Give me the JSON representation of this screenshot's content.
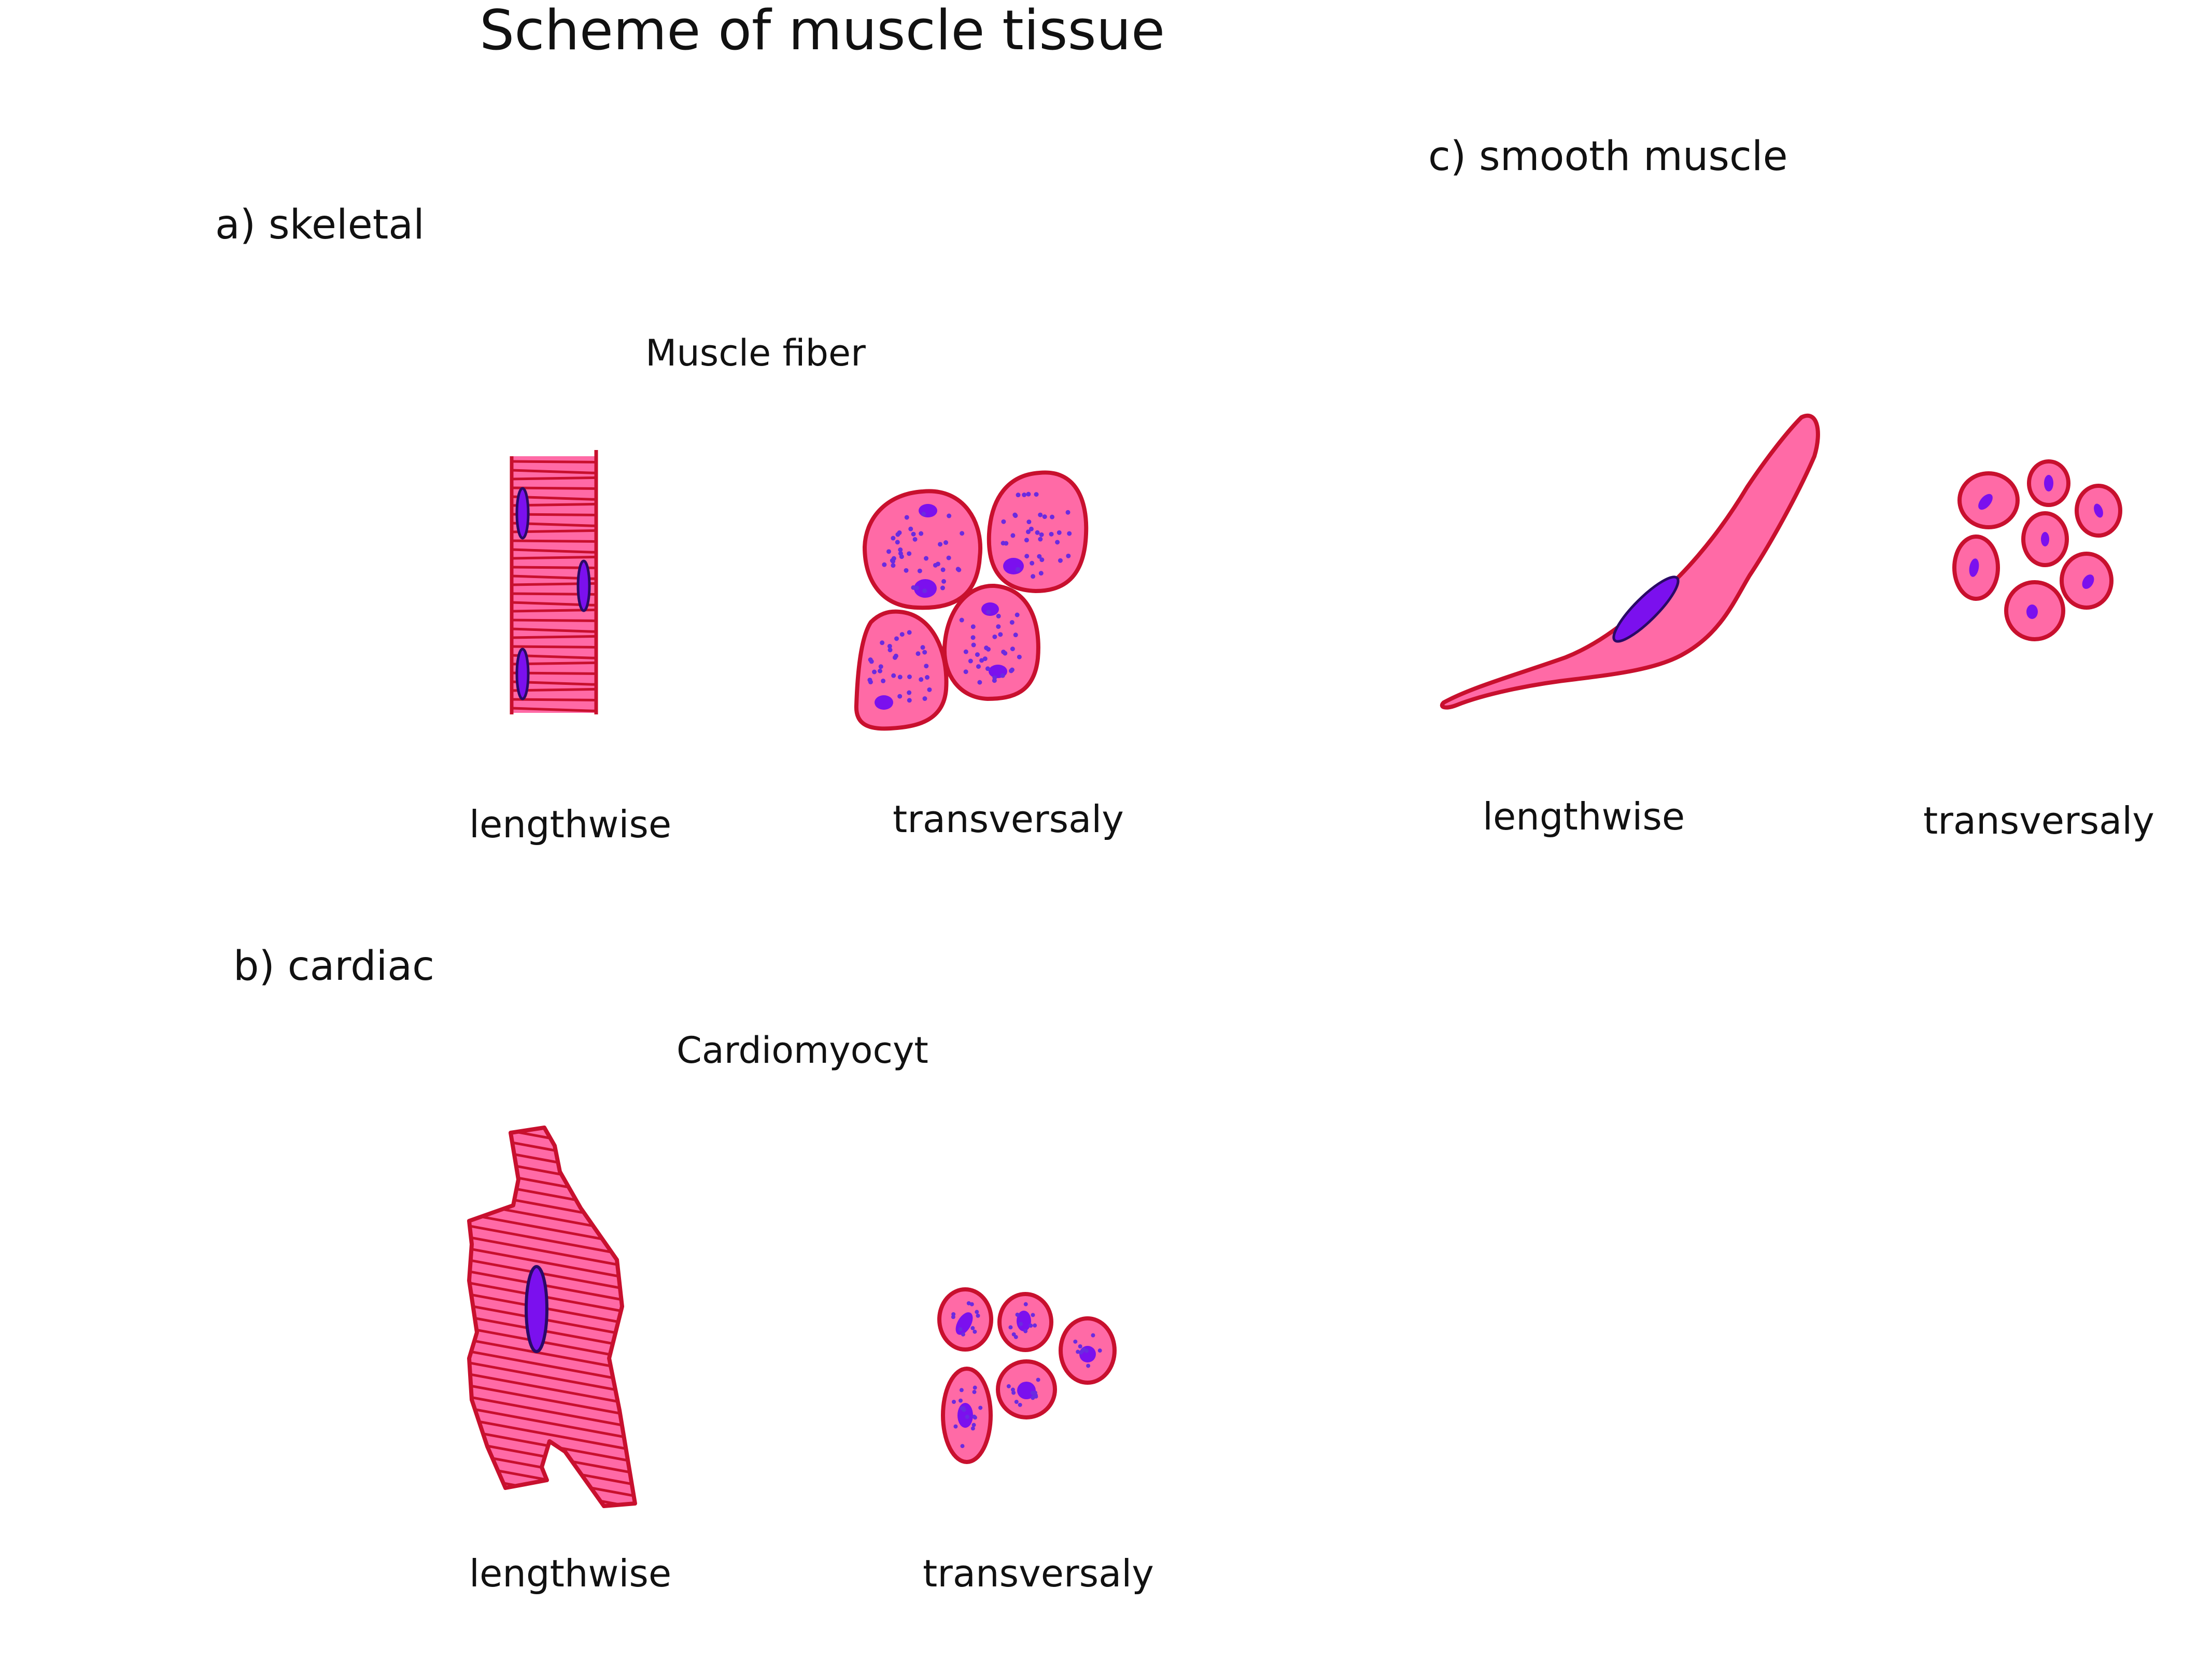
{
  "title": "Scheme of muscle tissue",
  "colors": {
    "fill": "#ff6aa6",
    "outline": "#c8102e",
    "nucleus": "#7b10ee",
    "nucleus_outline": "#2a0a66",
    "granules": "#6a2be0",
    "text": "#111111",
    "background": "#ffffff"
  },
  "sections": {
    "skeletal": {
      "label": "a) skeletal",
      "caption": "Muscle fiber",
      "lengthwise": "lengthwise",
      "transversaly": "transversaly"
    },
    "cardiac": {
      "label": "b) cardiac",
      "caption": "Cardiomyocyt",
      "lengthwise": "lengthwise",
      "transversaly": "transversaly"
    },
    "smooth": {
      "label": "c) smooth muscle",
      "lengthwise": "lengthwise",
      "transversaly": "transversaly"
    }
  }
}
